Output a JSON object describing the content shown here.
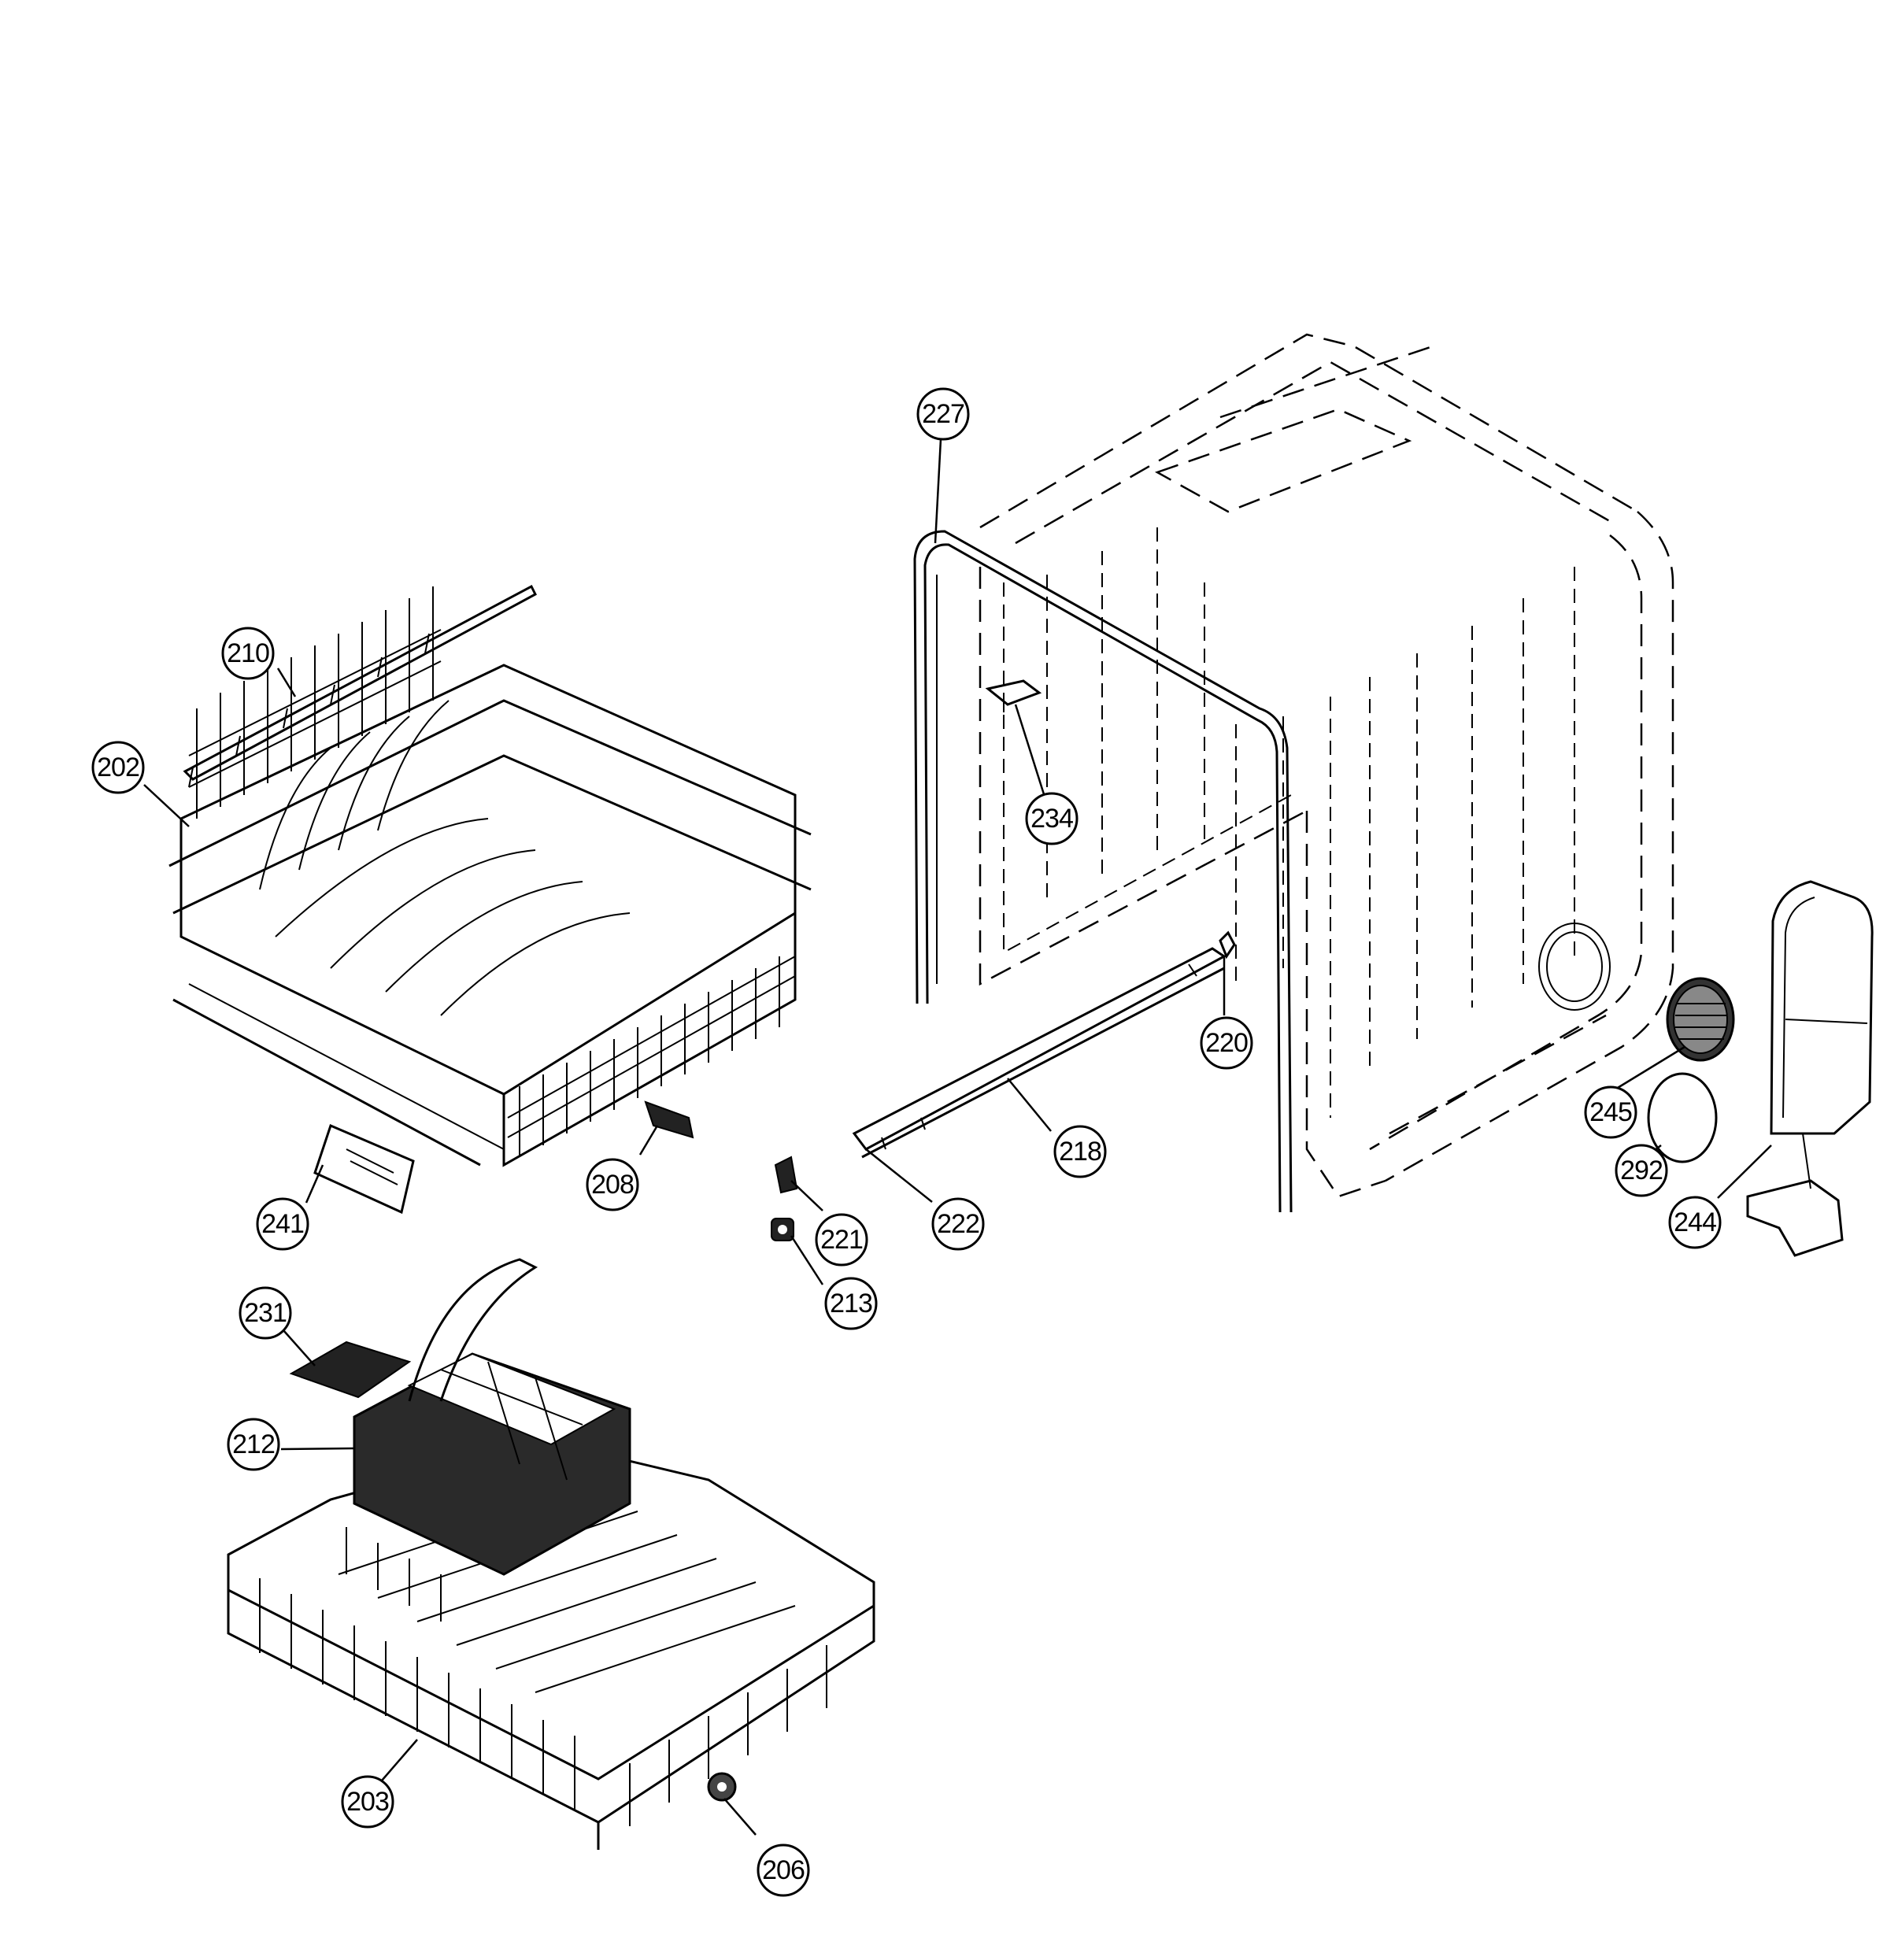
{
  "callouts": [
    {
      "id": "227",
      "label": "227"
    },
    {
      "id": "210",
      "label": "210"
    },
    {
      "id": "202",
      "label": "202"
    },
    {
      "id": "234",
      "label": "234"
    },
    {
      "id": "220",
      "label": "220"
    },
    {
      "id": "245",
      "label": "245"
    },
    {
      "id": "218",
      "label": "218"
    },
    {
      "id": "292",
      "label": "292"
    },
    {
      "id": "244",
      "label": "244"
    },
    {
      "id": "208",
      "label": "208"
    },
    {
      "id": "241",
      "label": "241"
    },
    {
      "id": "221",
      "label": "221"
    },
    {
      "id": "222",
      "label": "222"
    },
    {
      "id": "213",
      "label": "213"
    },
    {
      "id": "231",
      "label": "231"
    },
    {
      "id": "212",
      "label": "212"
    },
    {
      "id": "203",
      "label": "203"
    },
    {
      "id": "206",
      "label": "206"
    }
  ]
}
